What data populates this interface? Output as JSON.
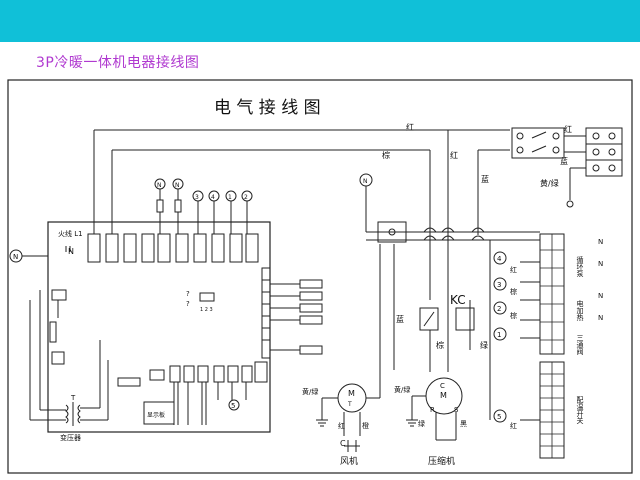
{
  "slide": {
    "title": "3P冷暖一体机电器接线图",
    "header_color": "#10c0d8",
    "title_color": "#b03ad0"
  },
  "diagram": {
    "heading": "电 气 接 线 图",
    "wire_colors": {
      "red": "红",
      "brown": "棕",
      "blue": "蓝",
      "yellow_green": "黄/绿",
      "green": "绿",
      "orange": "橙",
      "black": "黑"
    },
    "terminals": {
      "N": "N",
      "t1": "1",
      "t2": "2",
      "t3": "3",
      "t4": "4",
      "t5": "5"
    },
    "board": {
      "live": "火线 L1",
      "neutral": "N",
      "question": "?",
      "dip_label": "1 2 3"
    },
    "components": {
      "capacitor_c": "C",
      "kc": "KC",
      "fan": "风机",
      "compressor": "压缩机",
      "transformer": "变压器",
      "transformer_t": "T",
      "motor_m": "M",
      "motor_t": "T",
      "comp_c": "C",
      "comp_m": "M",
      "comp_r": "R",
      "comp_s": "S",
      "display": "显示板"
    },
    "right_labels": {
      "pump": "循环泵",
      "heater": "电加热",
      "valve": "三通阀",
      "switch": "配温开关"
    },
    "side_n": {
      "n1": "N",
      "n2": "N",
      "n3": "N",
      "n4": "N"
    }
  }
}
